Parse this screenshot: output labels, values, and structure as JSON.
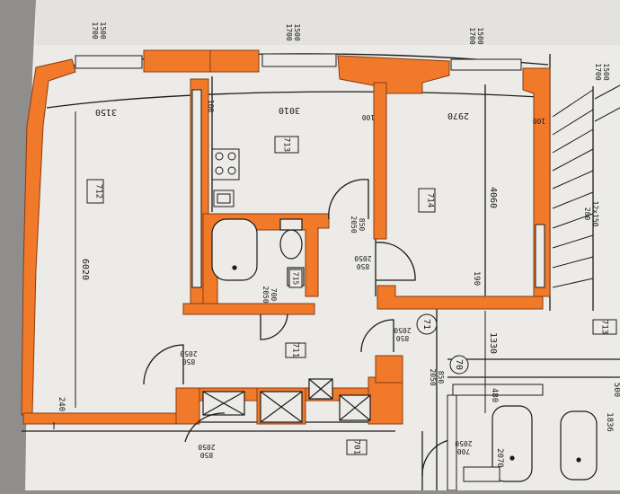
{
  "colors": {
    "wall": "#f07a2a",
    "paper": "#ecebe7",
    "ink": "#1b1b1b",
    "background": "#8f8e8c"
  },
  "rooms": {
    "r712": "712",
    "r713": "713",
    "r714": "714",
    "r715": "715",
    "r711": "711",
    "r701": "701",
    "r71": "71",
    "r70": "70",
    "r713b": "713"
  },
  "dims": {
    "w1500_1700_a": "1500\n1700",
    "w1500_1700_b": "1500\n1700",
    "w1500_1700_c": "1500\n1700",
    "w1500_1700_d": "1500\n1700",
    "d3150": "3150",
    "d3010": "3010",
    "d2970": "2970",
    "d100a": "100",
    "d100b": "100",
    "d100c": "100",
    "d6020": "6020",
    "d4060": "4060",
    "d1330": "1330",
    "d190": "190",
    "d240": "240",
    "d480": "480",
    "d500": "500",
    "d1836": "1836",
    "stairs": "12x150\n280",
    "door_850_2050_a": "850\n2050",
    "door_850_2050_b": "850\n2050",
    "door_850_2050_c": "850\n2050",
    "door_850_2050_d": "850\n2050",
    "door_850_2050_e": "850\n2050",
    "door_850_2050_f": "850\n2050",
    "door_700_2050_a": "700\n2050",
    "door_700_2050_b": "700\n2050",
    "d2070": "2070"
  }
}
